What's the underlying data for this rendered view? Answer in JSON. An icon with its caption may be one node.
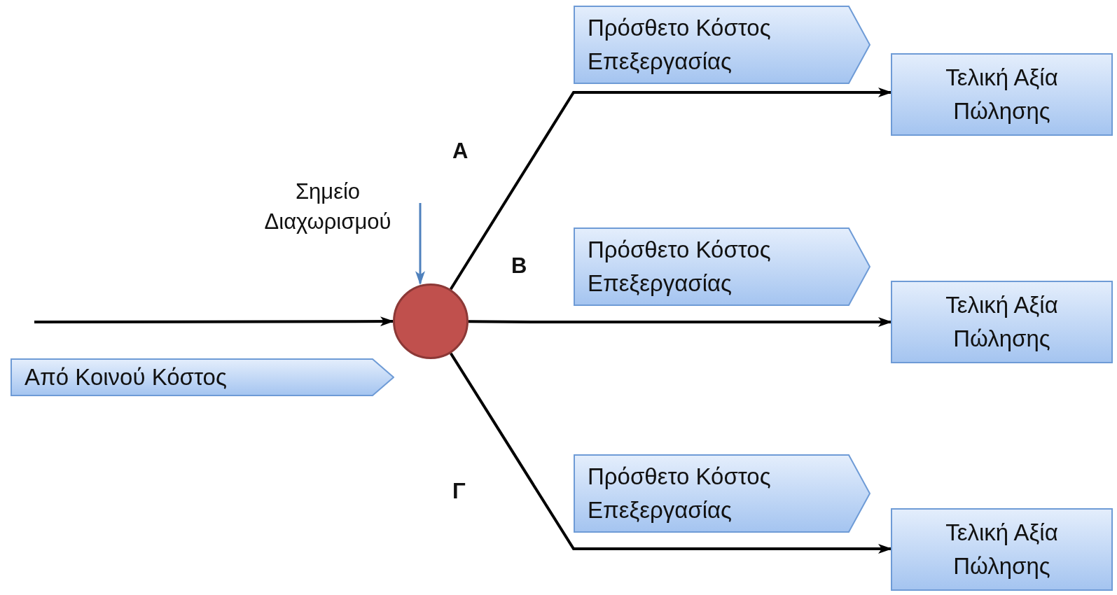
{
  "diagram": {
    "nodes": [
      {
        "text": [
          "Από Κοινού Κόστος"
        ]
      },
      {
        "text": [],
        "shape": "circle"
      },
      {
        "text": [
          "Σημείο Διαχωρισμού"
        ]
      },
      {
        "text": [
          "Πρόσθετο Κόστος Επεξεργασίας"
        ]
      },
      {
        "text": [
          "Πρόσθετο Κόστος Επεξεργασίας"
        ]
      },
      {
        "text": [
          "Πρόσθετο Κόστος Επεξεργασίας"
        ]
      },
      {
        "text": [
          "Τελική Αξία Πώλησης"
        ]
      },
      {
        "text": [
          "Τελική Αξία Πώλησης"
        ]
      },
      {
        "text": [
          "Τελική Αξία Πώλησης"
        ]
      }
    ],
    "edges": [
      {
        "from": null,
        "to": 1,
        "arrow": "to"
      },
      {
        "from": 2,
        "to": 1,
        "arrow": "to",
        "color": "#4f81bd"
      },
      {
        "from": 1,
        "to": 6,
        "arrow": "to",
        "label": "Α"
      },
      {
        "from": 1,
        "to": 7,
        "arrow": "to",
        "label": "Β"
      },
      {
        "from": 1,
        "to": 8,
        "arrow": "to",
        "label": "Γ"
      }
    ]
  }
}
